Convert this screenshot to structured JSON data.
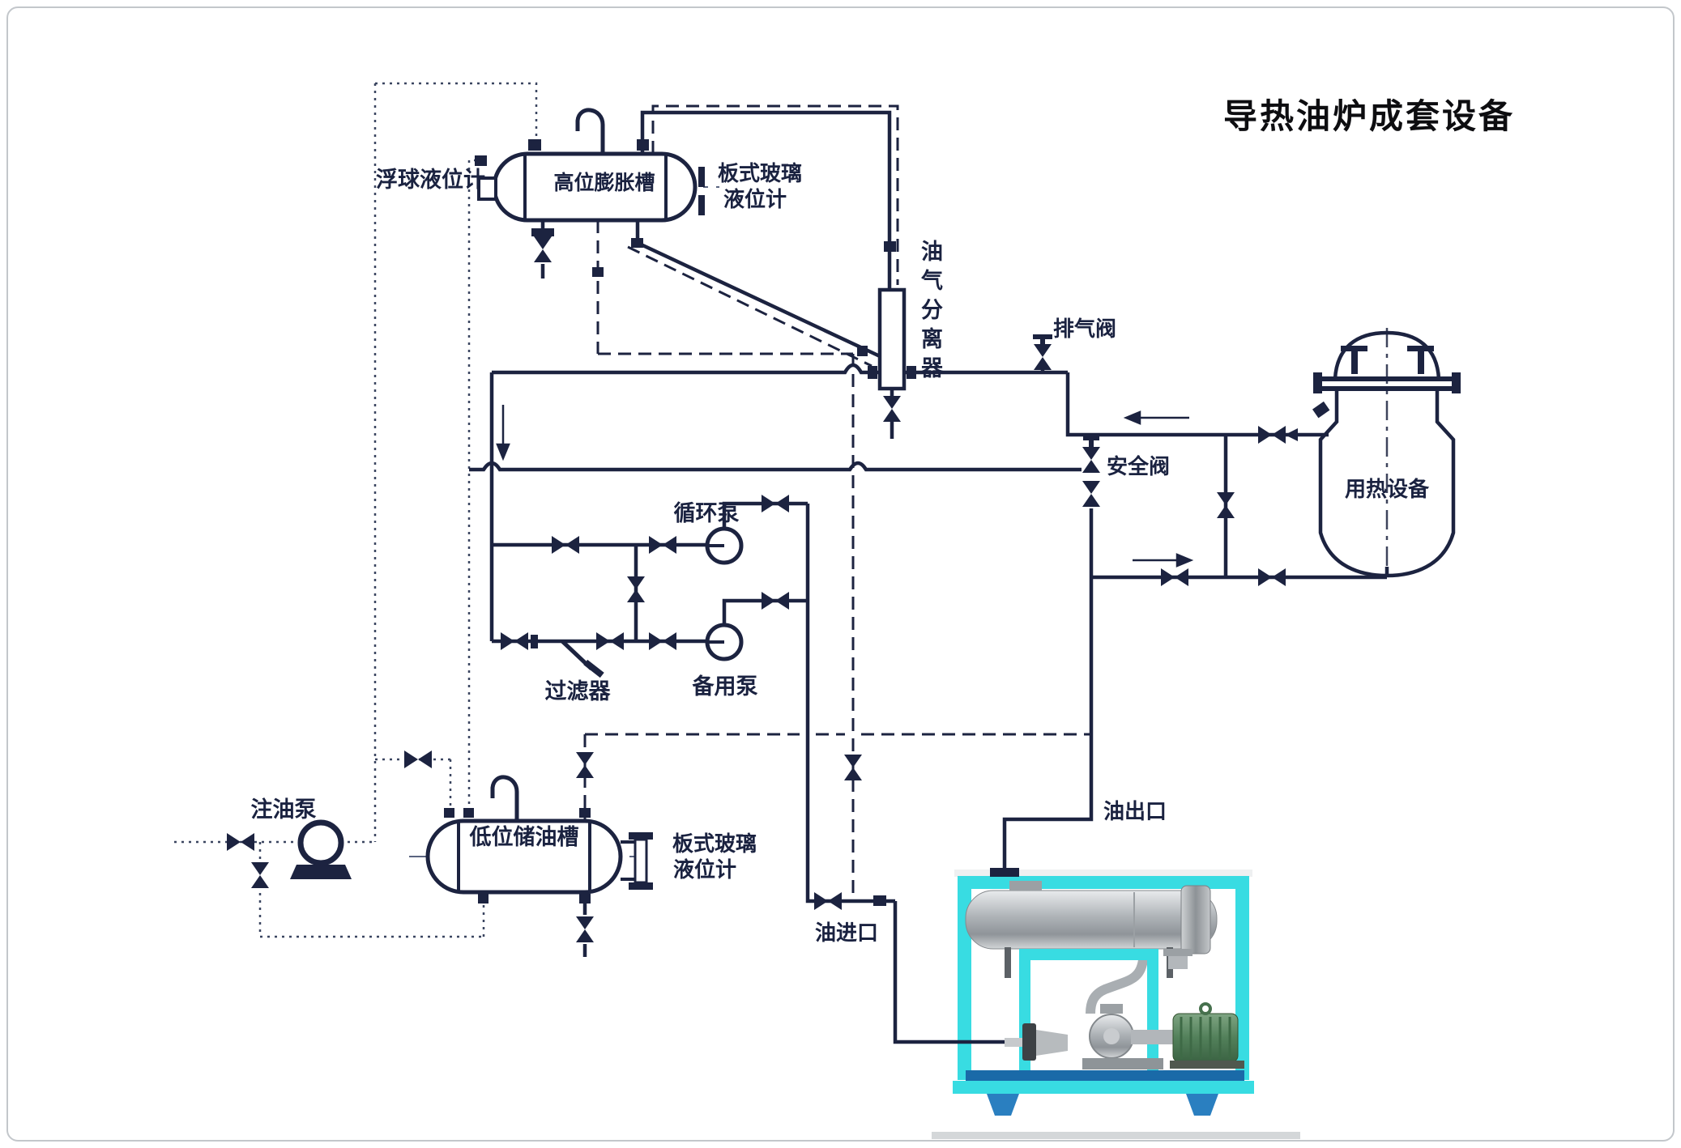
{
  "title": "导热油炉成套设备",
  "labels": {
    "float_gauge": "浮球液位计",
    "expansion_tank": "高位膨胀槽",
    "plate_gauge_top_line1": "板式玻璃",
    "plate_gauge_top_line2": "液位计",
    "separator": "油气分离器",
    "exhaust_valve": "排气阀",
    "heat_equipment": "用热设备",
    "safety_valve": "安全阀",
    "circulation_pump": "循环泵",
    "filter": "过滤器",
    "standby_pump": "备用泵",
    "injection_pump": "注油泵",
    "storage_tank": "低位储油槽",
    "plate_gauge_bottom_line1": "板式玻璃",
    "plate_gauge_bottom_line2": "液位计",
    "oil_outlet": "油出口",
    "oil_inlet": "油进口"
  },
  "colors": {
    "line": "#1c2340",
    "text": "#1a2240",
    "frame_cyan": "#38dce2",
    "base_blue": "#1a6aa8",
    "motor_green": "#5d8c62",
    "steel_gray": "#b9bcc0"
  }
}
